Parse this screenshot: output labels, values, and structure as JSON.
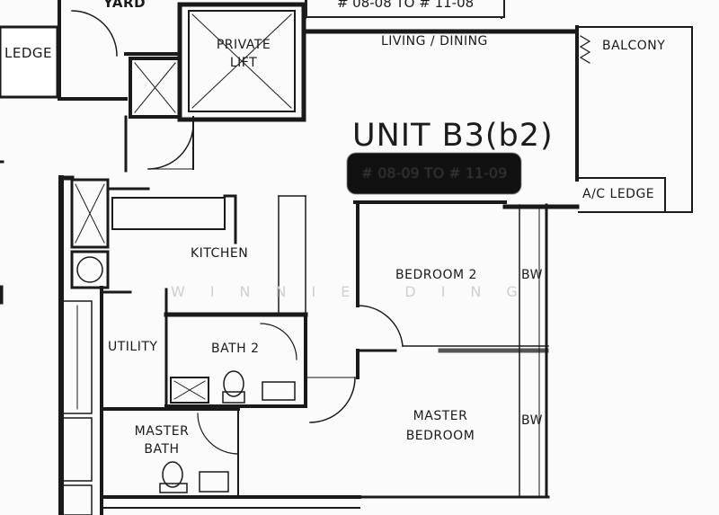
{
  "unit": {
    "name": "UNIT B3(b2)",
    "range": "# 08-09 TO # 11-09",
    "top_range": "# 08-08 TO # 11-08"
  },
  "rooms": {
    "yard": "YARD",
    "ledge": "LEDGE",
    "private_lift": "PRIVATE\nLIFT",
    "living_dining": "LIVING / DINING",
    "balcony": "BALCONY",
    "ac_ledge": "A/C LEDGE",
    "kitchen": "KITCHEN",
    "bedroom2": "BEDROOM 2",
    "utility": "UTILITY",
    "bath2": "BATH 2",
    "master_bath": "MASTER\nBATH",
    "master_bedroom": "MASTER\nBEDROOM",
    "bw1": "BW",
    "bw2": "BW"
  },
  "watermark": "WINNIE DING"
}
